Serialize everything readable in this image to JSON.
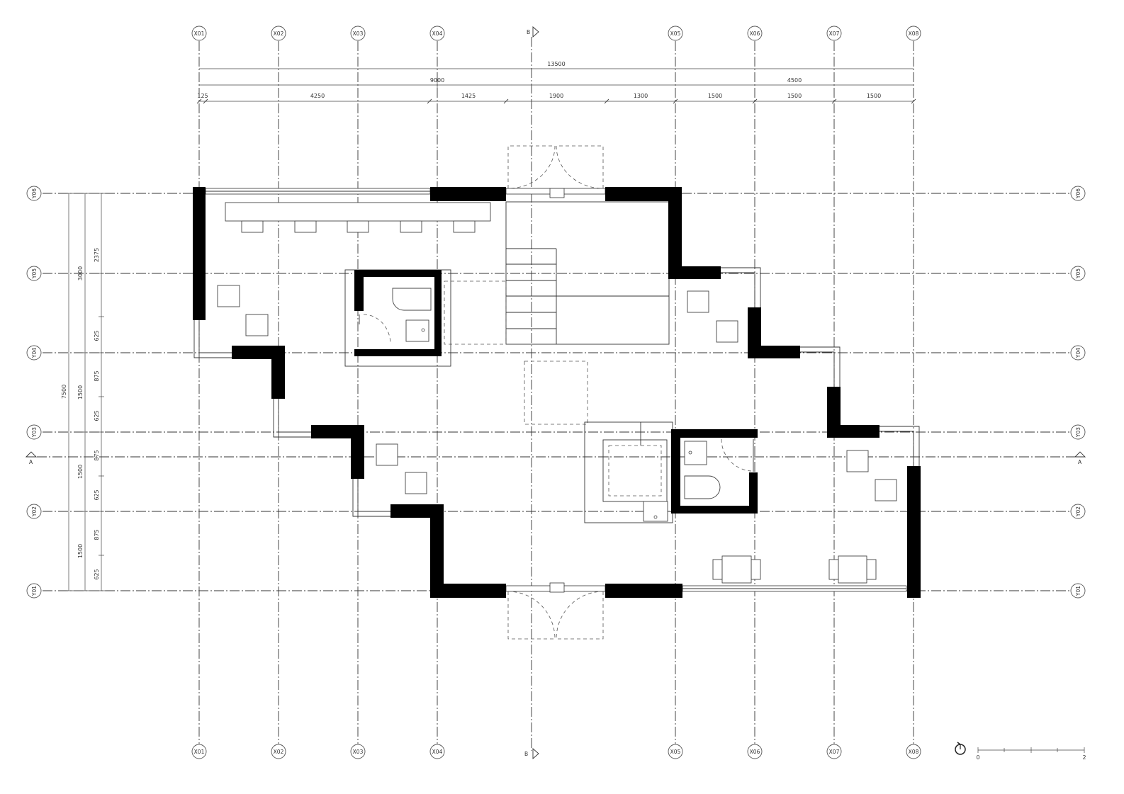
{
  "grid": {
    "x_axes": [
      "X01",
      "X02",
      "X03",
      "X04",
      "X05",
      "X06",
      "X07",
      "X08"
    ],
    "y_axes": [
      "Y06",
      "Y05",
      "Y04",
      "Y03",
      "Y02",
      "Y01"
    ]
  },
  "section_markers": {
    "b_top": "B",
    "b_bottom": "B",
    "a_left": "A",
    "a_right": "A"
  },
  "dimensions": {
    "overall": "13500",
    "segment_a": "9000",
    "segment_b": "4500",
    "bays": [
      "125",
      "4250",
      "1425",
      "1900",
      "1300",
      "1500",
      "1500",
      "1500"
    ],
    "vertical_total": "7500",
    "vertical_major": [
      "3000",
      "1500",
      "1500",
      "1500"
    ],
    "vertical_minor": [
      "2375",
      "625",
      "875",
      "625",
      "875",
      "625",
      "875",
      "625"
    ]
  },
  "scale_bar": {
    "start": "0",
    "end": "2"
  }
}
